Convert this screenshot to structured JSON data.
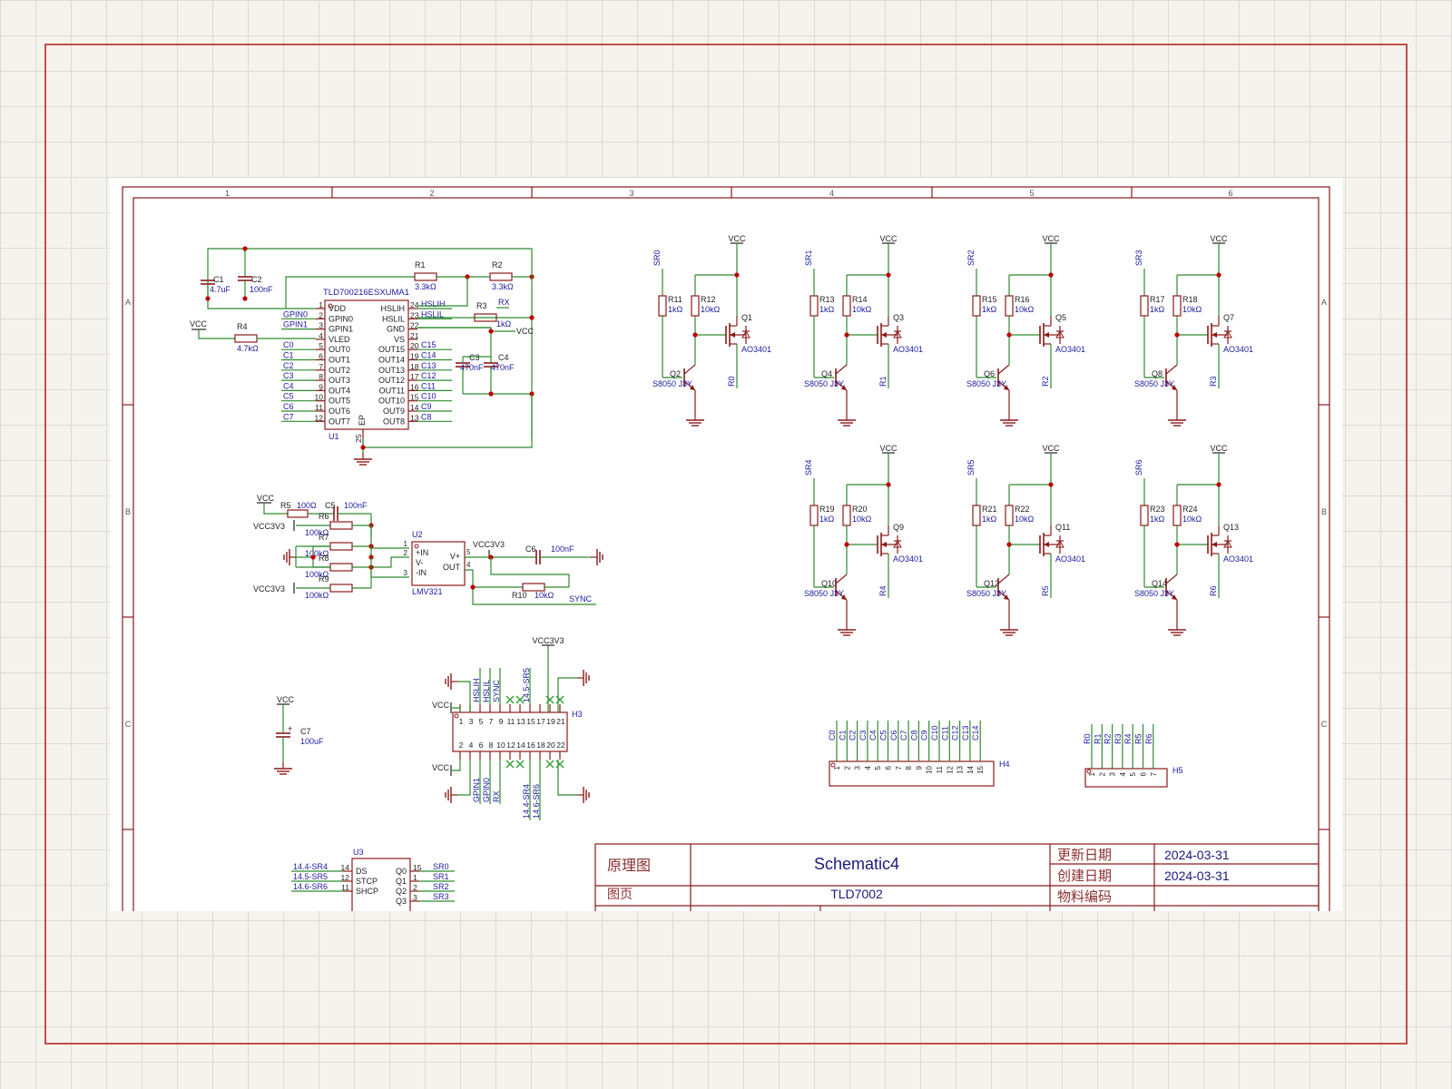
{
  "zones": {
    "cols": [
      "1",
      "2",
      "3",
      "4",
      "5",
      "6"
    ],
    "rows": [
      "A",
      "B",
      "C"
    ]
  },
  "title_block": {
    "schematic_label": "原理图",
    "schematic_name": "Schematic4",
    "page_label": "图页",
    "page_value": "TLD7002",
    "updated_label": "更新日期",
    "updated_value": "2024-03-31",
    "created_label": "创建日期",
    "created_value": "2024-03-31",
    "material_label": "物料编码"
  },
  "u1": {
    "part": "TLD700216ESXUMA1",
    "ref": "U1",
    "left_pins": [
      {
        "num": "1",
        "name": "VDD"
      },
      {
        "num": "2",
        "name": "GPIN0"
      },
      {
        "num": "3",
        "name": "GPIN1"
      },
      {
        "num": "4",
        "name": "VLED"
      },
      {
        "num": "5",
        "name": "OUT0"
      },
      {
        "num": "6",
        "name": "OUT1"
      },
      {
        "num": "7",
        "name": "OUT2"
      },
      {
        "num": "8",
        "name": "OUT3"
      },
      {
        "num": "9",
        "name": "OUT4"
      },
      {
        "num": "10",
        "name": "OUT5"
      },
      {
        "num": "11",
        "name": "OUT6"
      },
      {
        "num": "12",
        "name": "OUT7"
      }
    ],
    "right_pins": [
      {
        "num": "24",
        "name": "HSLIH"
      },
      {
        "num": "23",
        "name": "HSLIL"
      },
      {
        "num": "22",
        "name": "GND"
      },
      {
        "num": "21",
        "name": "VS"
      },
      {
        "num": "20",
        "name": "OUT15"
      },
      {
        "num": "19",
        "name": "OUT14"
      },
      {
        "num": "18",
        "name": "OUT13"
      },
      {
        "num": "17",
        "name": "OUT12"
      },
      {
        "num": "16",
        "name": "OUT11"
      },
      {
        "num": "15",
        "name": "OUT10"
      },
      {
        "num": "14",
        "name": "OUT9"
      },
      {
        "num": "13",
        "name": "OUT8"
      }
    ],
    "left_nets": [
      "GPIN0",
      "GPIN1",
      "",
      "C0",
      "C1",
      "C2",
      "C3",
      "C4",
      "C5",
      "C6",
      "C7"
    ],
    "right_nets": [
      "HSLIH",
      "HSLIL",
      "",
      "",
      "C15",
      "C14",
      "C13",
      "C12",
      "C11",
      "C10",
      "C9",
      "C8"
    ],
    "ep_label": "EP",
    "ep_pin": "25"
  },
  "passives_top": {
    "c1": {
      "ref": "C1",
      "val": "4.7uF"
    },
    "c2": {
      "ref": "C2",
      "val": "100nF"
    },
    "r1": {
      "ref": "R1",
      "val": "3.3kΩ"
    },
    "r2": {
      "ref": "R2",
      "val": "3.3kΩ"
    },
    "r3": {
      "ref": "R3",
      "val": "1kΩ"
    },
    "r4": {
      "ref": "R4",
      "val": "4.7kΩ"
    },
    "c3": {
      "ref": "C3",
      "val": "470nF"
    },
    "c4": {
      "ref": "C4",
      "val": "470nF"
    },
    "rx": "RX",
    "vcc": "VCC"
  },
  "comparator": {
    "ref": "U2",
    "part": "LMV321",
    "pins": {
      "p1": "+IN",
      "p3": "-IN",
      "p2": "V-",
      "p5": "V+",
      "p4": "OUT"
    },
    "pin_nums": [
      "1",
      "2",
      "3",
      "5",
      "4"
    ],
    "r5": {
      "ref": "R5",
      "val": "100Ω"
    },
    "c5": {
      "ref": "C5",
      "val": "100nF"
    },
    "r6": {
      "ref": "R6",
      "val": "100kΩ"
    },
    "r7": {
      "ref": "R7",
      "val": "100kΩ"
    },
    "r8": {
      "ref": "R8",
      "val": "100kΩ"
    },
    "r9": {
      "ref": "R9",
      "val": "100kΩ"
    },
    "c6": {
      "ref": "C6",
      "val": "100nF"
    },
    "r10": {
      "ref": "R10",
      "val": "10kΩ"
    },
    "vcc3v3": "VCC3V3",
    "vcc": "VCC",
    "sync": "SYNC"
  },
  "c7": {
    "ref": "C7",
    "val": "100uF",
    "net": "VCC"
  },
  "h3": {
    "ref": "H3",
    "vcc3v3": "VCC3V3",
    "vcc": "VCC",
    "top_pins": [
      "1",
      "3",
      "5",
      "7",
      "9",
      "11",
      "13",
      "15",
      "17",
      "19",
      "21"
    ],
    "bottom_pins": [
      "2",
      "4",
      "6",
      "8",
      "10",
      "12",
      "14",
      "16",
      "18",
      "20",
      "22"
    ],
    "top_nets": [
      "HSLIH",
      "HSLIL",
      "SYNC",
      "14.5-SR5"
    ],
    "bottom_nets": [
      "GPIN1",
      "GPIN0",
      "RX",
      "14.4-SR4",
      "14.6-SR6"
    ]
  },
  "drivers": [
    {
      "sr": "SR0",
      "ra": "R11",
      "rb": "R12",
      "q": "Q2",
      "mos": "Q1",
      "out": "R0"
    },
    {
      "sr": "SR1",
      "ra": "R13",
      "rb": "R14",
      "q": "Q4",
      "mos": "Q3",
      "out": "R1"
    },
    {
      "sr": "SR2",
      "ra": "R15",
      "rb": "R16",
      "q": "Q6",
      "mos": "Q5",
      "out": "R2"
    },
    {
      "sr": "SR3",
      "ra": "R17",
      "rb": "R18",
      "q": "Q8",
      "mos": "Q7",
      "out": "R3"
    },
    {
      "sr": "SR4",
      "ra": "R19",
      "rb": "R20",
      "q": "Q10",
      "mos": "Q9",
      "out": "R4"
    },
    {
      "sr": "SR5",
      "ra": "R21",
      "rb": "R22",
      "q": "Q12",
      "mos": "Q11",
      "out": "R5"
    },
    {
      "sr": "SR6",
      "ra": "R23",
      "rb": "R24",
      "q": "Q14",
      "mos": "Q13",
      "out": "R6"
    }
  ],
  "driver_common": {
    "vcc": "VCC",
    "ra_val": "1kΩ",
    "rb_val": "10kΩ",
    "npn": "S8050 J3Y",
    "pmos": "AO3401"
  },
  "h4": {
    "ref": "H4",
    "nets": [
      "C0",
      "C1",
      "C2",
      "C3",
      "C4",
      "C5",
      "C6",
      "C7",
      "C8",
      "C9",
      "C10",
      "C11",
      "C12",
      "C13",
      "C14"
    ],
    "pins": [
      "1",
      "2",
      "3",
      "4",
      "5",
      "6",
      "7",
      "8",
      "9",
      "10",
      "11",
      "12",
      "13",
      "14",
      "15"
    ]
  },
  "h5": {
    "ref": "H5",
    "nets": [
      "R0",
      "R1",
      "R2",
      "R3",
      "R4",
      "R5",
      "R6"
    ],
    "pins": [
      "1",
      "2",
      "3",
      "4",
      "5",
      "6",
      "7"
    ]
  },
  "u3": {
    "ref": "U3",
    "left_pins": [
      {
        "num": "14",
        "name": "DS",
        "net": "14.4-SR4"
      },
      {
        "num": "12",
        "name": "STCP",
        "net": "14.5-SR5"
      },
      {
        "num": "11",
        "name": "SHCP",
        "net": "14.6-SR6"
      }
    ],
    "right_pins": [
      {
        "num": "15",
        "name": "Q0",
        "net": "SR0"
      },
      {
        "num": "1",
        "name": "Q1",
        "net": "SR1"
      },
      {
        "num": "2",
        "name": "Q2",
        "net": "SR2"
      },
      {
        "num": "3",
        "name": "Q3",
        "net": "SR3"
      }
    ]
  }
}
